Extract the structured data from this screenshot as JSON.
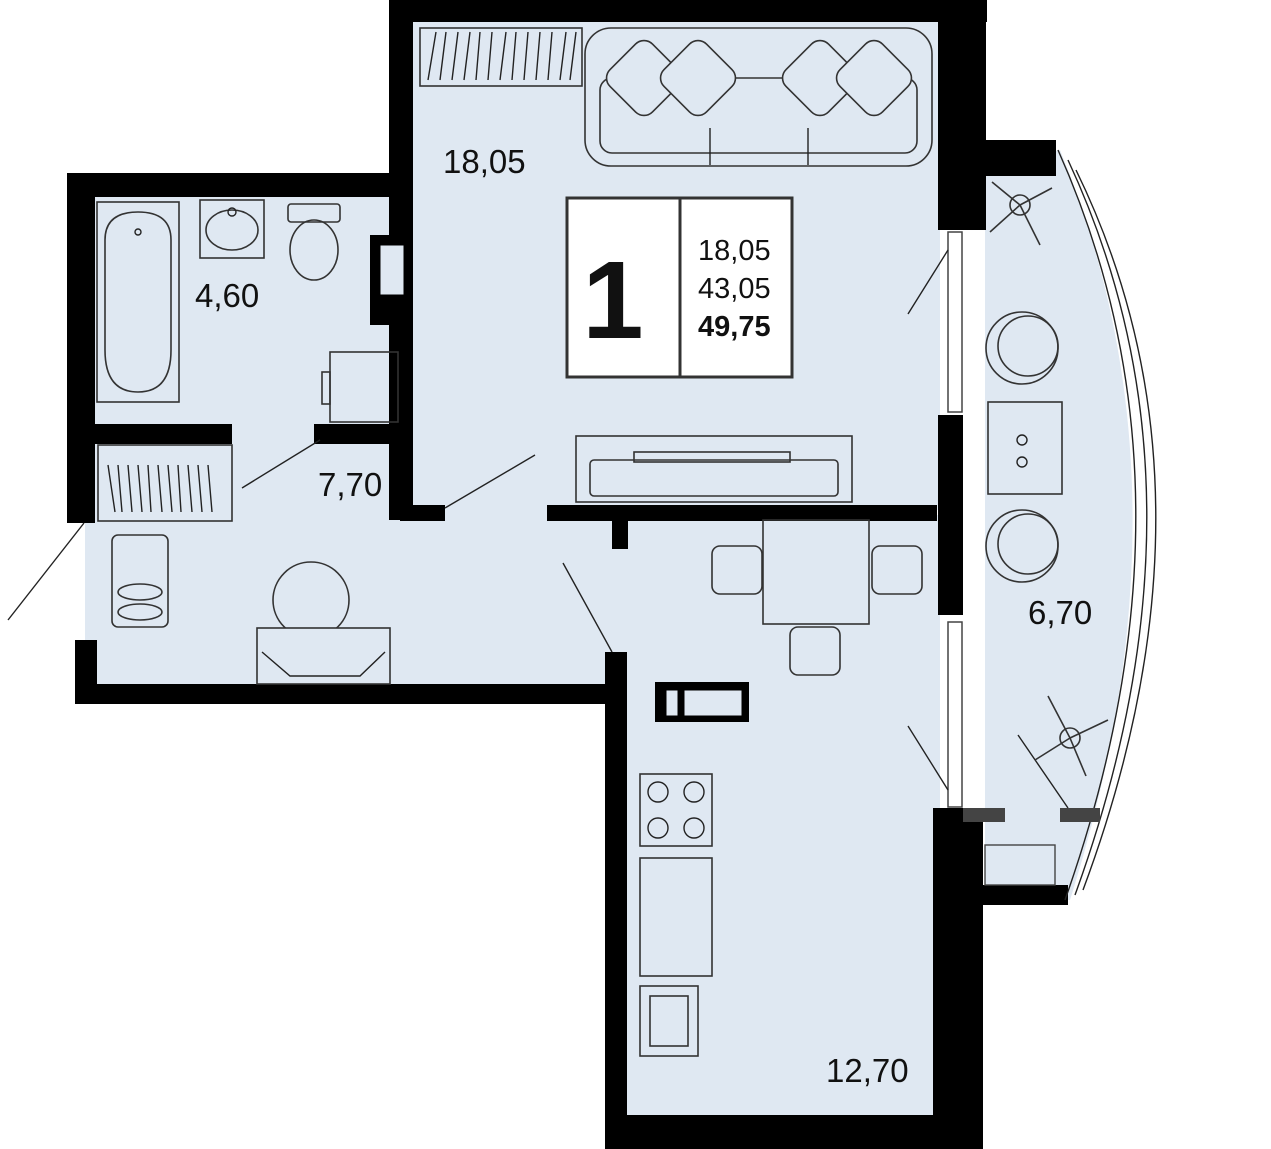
{
  "apartment": {
    "rooms_count": "1",
    "living_area": "18,05",
    "total_area": "43,05",
    "total_area_with_balcony": "49,75"
  },
  "rooms": {
    "living_room": "18,05",
    "bathroom": "4,60",
    "hallway": "7,70",
    "loggia": "6,70",
    "kitchen": "12,70"
  },
  "colors": {
    "floor": "#dfe8f2",
    "wall": "#000000",
    "text": "#111111"
  }
}
